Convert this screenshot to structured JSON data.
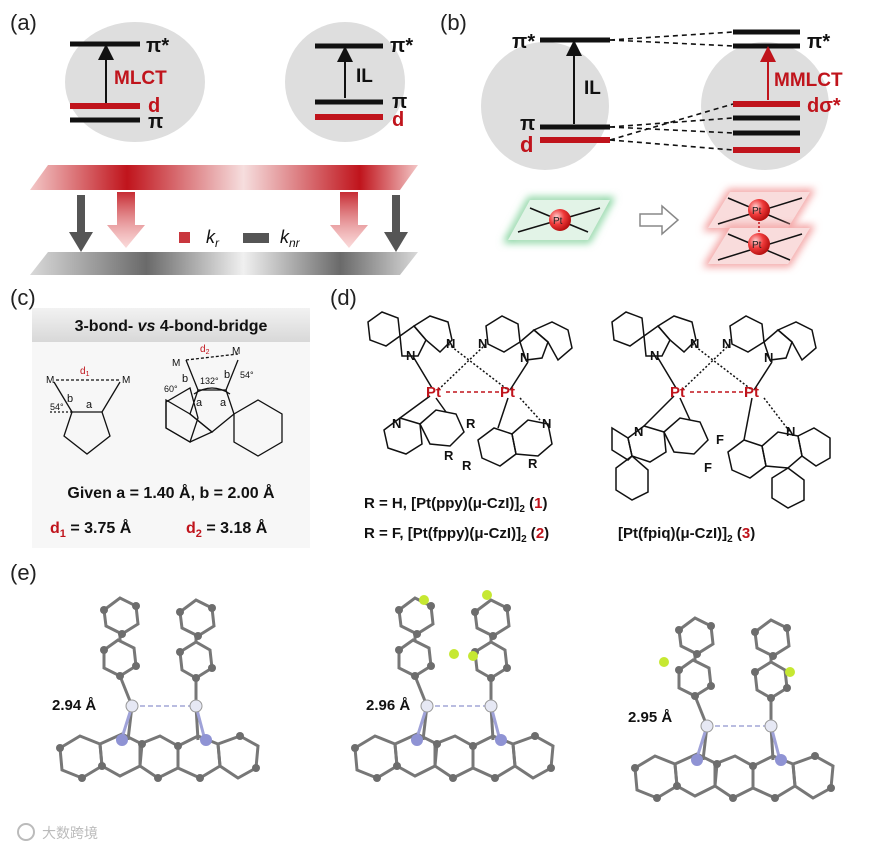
{
  "panels": {
    "a": "(a)",
    "b": "(b)",
    "c": "(c)",
    "d": "(d)",
    "e": "(e)"
  },
  "panel_a": {
    "pi_star": "π*",
    "mlct": "MLCT",
    "d": "d",
    "pi": "π",
    "il": "IL",
    "k_r": "k",
    "k_r_sub": "r",
    "k_nr": "k",
    "k_nr_sub": "nr"
  },
  "panel_b": {
    "pi_star": "π*",
    "il": "IL",
    "pi": "π",
    "d": "d",
    "mmlct": "MMLCT",
    "d_sigma_star": "dσ*",
    "pt": "Pt"
  },
  "panel_c": {
    "title_a": "3-bond- ",
    "title_vs": "vs",
    "title_b": " 4-bond-bridge",
    "d1": "d",
    "d1_sub": "1",
    "d2": "d",
    "d2_sub": "2",
    "M": "M",
    "a": "a",
    "b": "b",
    "angle_54": "54°",
    "angle_60": "60°",
    "angle_132": "132°",
    "given": "Given a = 1.40 Å, b = 2.00 Å",
    "d1_val": " = 3.75 Å",
    "d2_val": " = 3.18 Å"
  },
  "panel_d": {
    "pt": "Pt",
    "N": "N",
    "R": "R",
    "F": "F",
    "label1_pre": "R = H, [Pt(ppy)(μ-CzI)]",
    "label1_num": "1",
    "label2_pre": "R = F, [Pt(fppy)(μ-CzI)]",
    "label2_num": "2",
    "label3_pre": "[Pt(fpiq)(μ-CzI)]",
    "label3_num": "3",
    "sub2": "2"
  },
  "panel_e": {
    "dist1": "2.94 Å",
    "dist2": "2.96 Å",
    "dist3": "2.95 Å"
  },
  "watermark": "大数跨境",
  "colors": {
    "red": "#c0141c",
    "grey": "#dcdcdc",
    "dark": "#111111"
  }
}
